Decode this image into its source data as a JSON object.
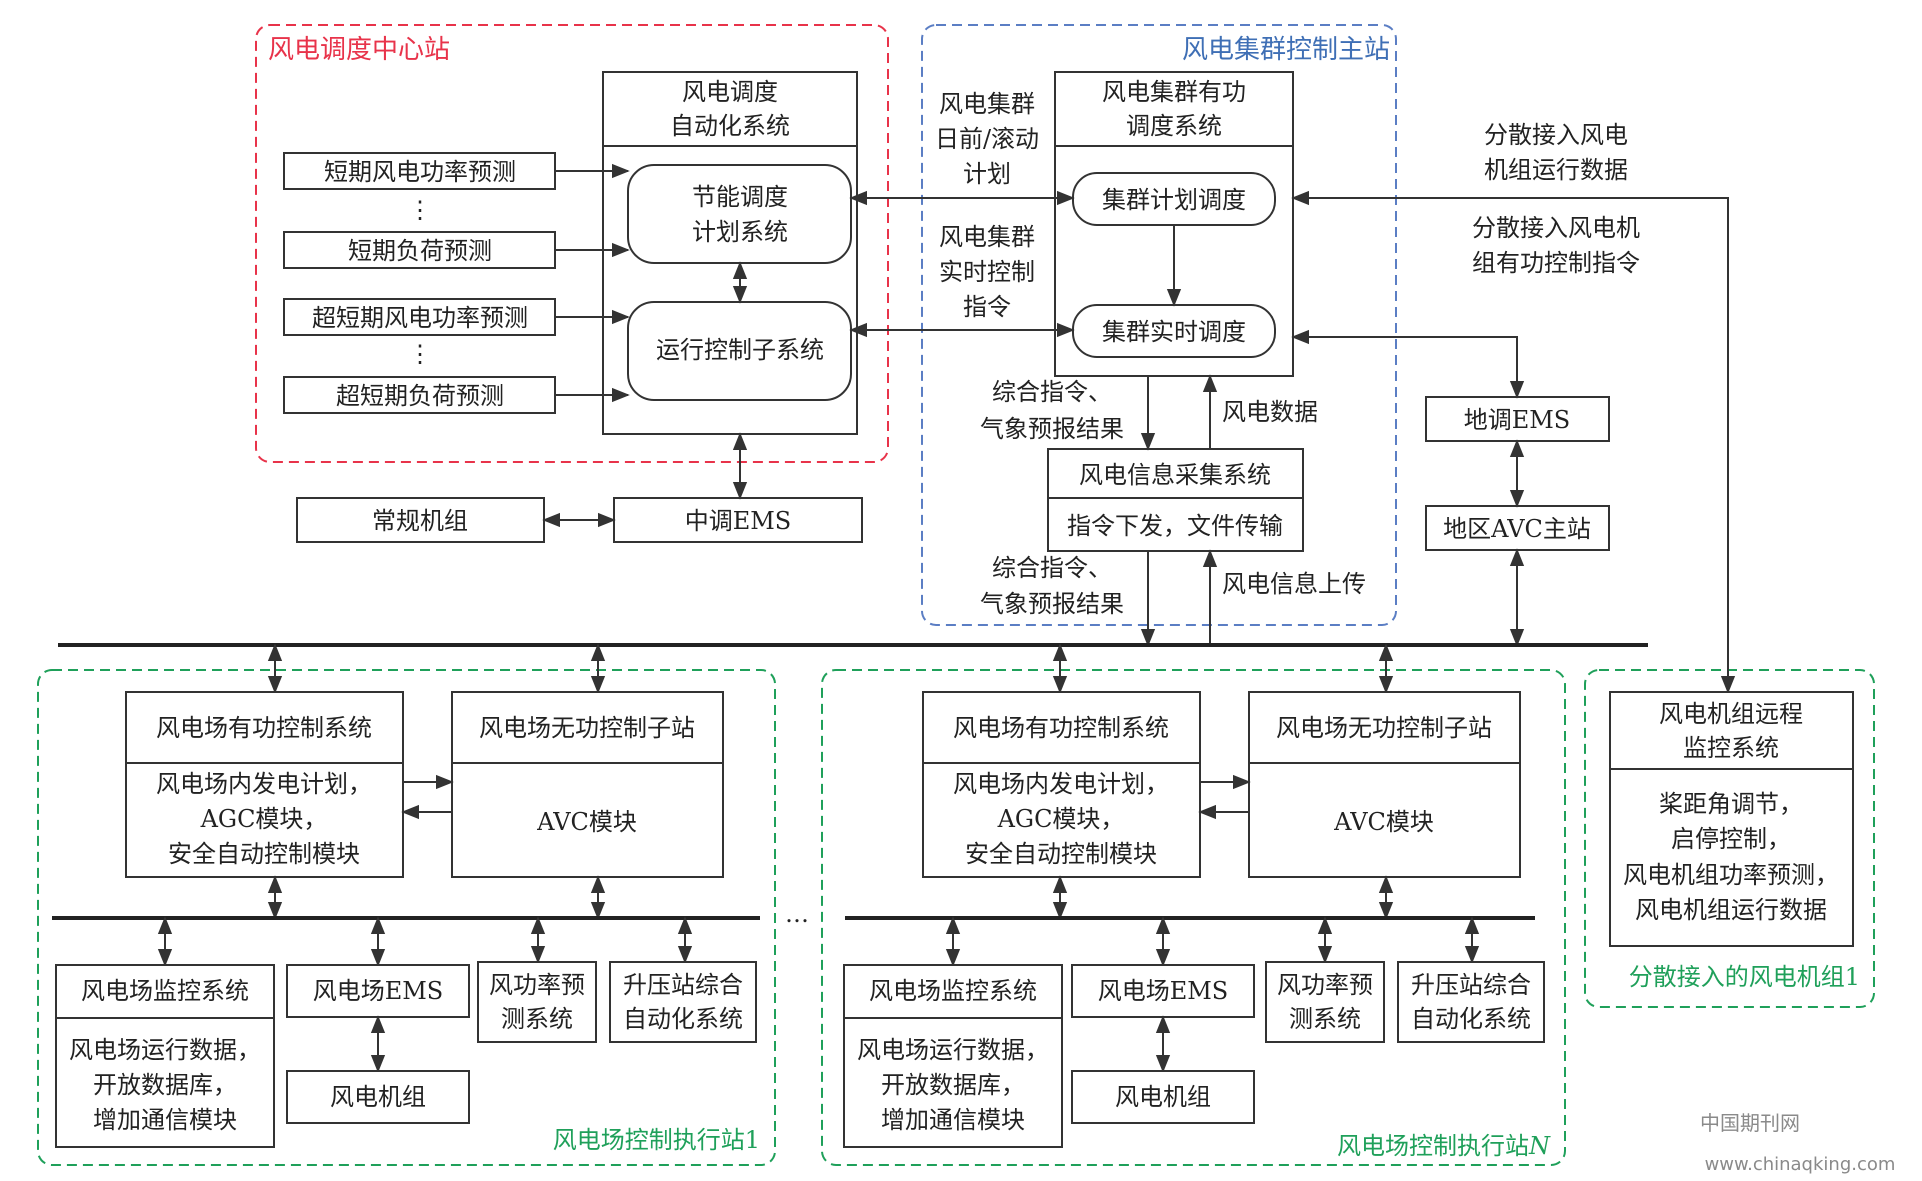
{
  "regions": {
    "dispatch_center": "风电调度中心站",
    "cluster_master": "风电集群控制主站",
    "farm_station_1": "风电场控制执行站1",
    "farm_station_n": "风电场控制执行站",
    "farm_station_n_suffix": "N",
    "distributed_units": "分散接入的风电机组1"
  },
  "dispatch": {
    "automation_title_l1": "风电调度",
    "automation_title_l2": "自动化系统",
    "energy_plan_l1": "节能调度",
    "energy_plan_l2": "计划系统",
    "run_control": "运行控制子系统",
    "short_wind": "短期风电功率预测",
    "short_load": "短期负荷预测",
    "ultra_wind": "超短期风电功率预测",
    "ultra_load": "超短期负荷预测",
    "ellipsis_v": "⋮",
    "conventional": "常规机组",
    "central_ems": "中调EMS"
  },
  "cluster": {
    "active_title_l1": "风电集群有功",
    "active_title_l2": "调度系统",
    "plan_dispatch": "集群计划调度",
    "realtime_dispatch": "集群实时调度",
    "label_plan_l1": "风电集群",
    "label_plan_l2": "日前/滚动",
    "label_plan_l3": "计划",
    "label_rt_l1": "风电集群",
    "label_rt_l2": "实时控制",
    "label_rt_l3": "指令",
    "info_collect": "风电信息采集系统",
    "info_func": "指令下发，文件传输",
    "cmd_l1": "综合指令、",
    "cmd_l2": "气象预报结果",
    "wind_data": "风电数据",
    "cmd2_l1": "综合指令、",
    "cmd2_l2": "气象预报结果",
    "info_upload": "风电信息上传"
  },
  "right": {
    "dist_data_l1": "分散接入风电",
    "dist_data_l2": "机组运行数据",
    "dist_cmd_l1": "分散接入风电机",
    "dist_cmd_l2": "组有功控制指令",
    "local_ems": "地调EMS",
    "local_avc": "地区AVC主站",
    "remote_l1": "风电机组远程",
    "remote_l2": "监控系统",
    "remote_f1": "桨距角调节，",
    "remote_f2": "启停控制，",
    "remote_f3": "风电机组功率预测，",
    "remote_f4": "风电机组运行数据"
  },
  "farm": {
    "active_ctrl": "风电场有功控制系统",
    "reactive_ctrl": "风电场无功控制子站",
    "active_f1": "风电场内发电计划，",
    "active_f2": "AGC模块，",
    "active_f3": "安全自动控制模块",
    "avc": "AVC模块",
    "monitor": "风电场监控系统",
    "monitor_f1": "风电场运行数据，",
    "monitor_f2": "开放数据库，",
    "monitor_f3": "增加通信模块",
    "farm_ems": "风电场EMS",
    "turbine": "风电机组",
    "forecast_l1": "风功率预",
    "forecast_l2": "测系统",
    "substation_l1": "升压站综合",
    "substation_l2": "自动化系统",
    "between": "…"
  },
  "watermark": {
    "cn": "中国期刊网",
    "url": "www.chinaqking.com"
  },
  "colors": {
    "red": "#e8334a",
    "blue": "#5b7ec4",
    "green": "#1fa05a"
  }
}
